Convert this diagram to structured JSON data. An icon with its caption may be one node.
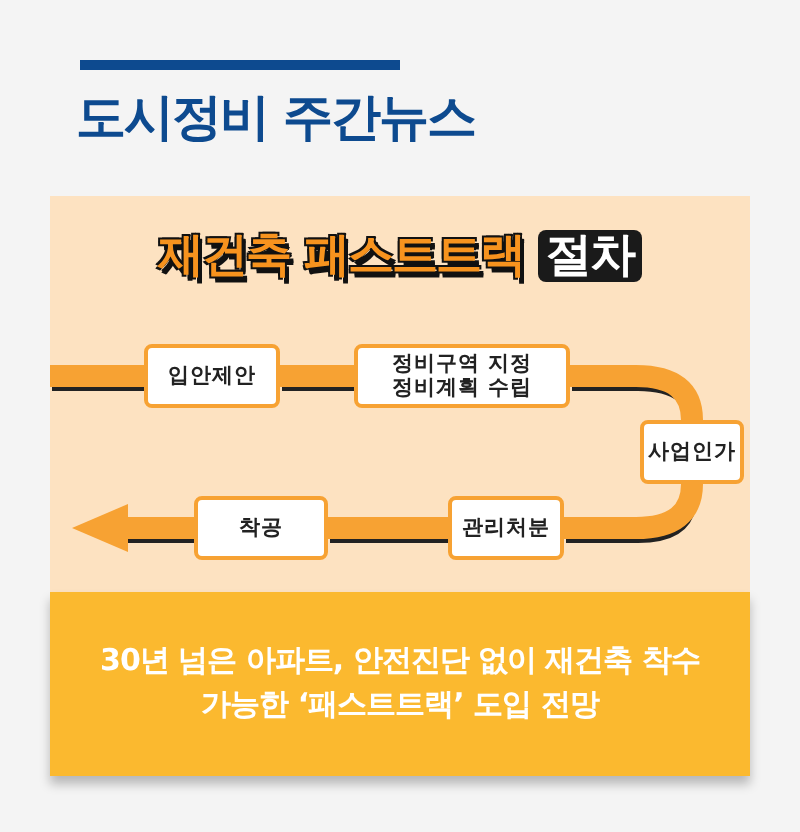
{
  "diagram": {
    "title": "도시정비 주간뉴스",
    "nodes": [
      {
        "text": [
          "입안제안"
        ]
      },
      {
        "text": [
          "정비구역 지정 정비계획 수립"
        ]
      },
      {
        "text": [
          "사업인가"
        ]
      },
      {
        "text": [
          "관리처분"
        ]
      },
      {
        "text": [
          "착공"
        ]
      }
    ],
    "edges": [
      {
        "from": null,
        "to": 0,
        "arrow": "none"
      },
      {
        "from": 0,
        "to": 1,
        "arrow": "none"
      },
      {
        "from": 1,
        "to": 2,
        "arrow": "none"
      },
      {
        "from": 2,
        "to": 3,
        "arrow": "none"
      },
      {
        "from": 3,
        "to": 4,
        "arrow": "none"
      },
      {
        "from": 4,
        "to": null,
        "arrow": "to"
      }
    ],
    "labels": [
      "재건축 패스트트랙 **절차**"
    ],
    "caption": "30년 넘은 아파트, 안전진단 없이 재건축 착수 가능한 ‘패스트트랙’ 도입 전망"
  }
}
